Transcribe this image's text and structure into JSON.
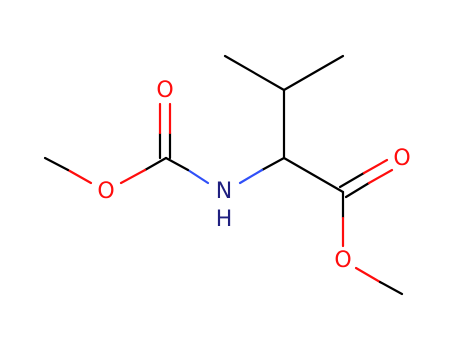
{
  "molecule": {
    "colors": {
      "carbon_bond": "#000000",
      "oxygen": "#ff0d0d",
      "nitrogen": "#3050f8",
      "nitrogen_label": "#202080"
    },
    "atoms": {
      "o_carbamate_carbonyl": "O",
      "o_carbamate_ether": "O",
      "nitrogen": "N",
      "nitrogen_h": "H",
      "o_ester_carbonyl": "O",
      "o_ester_ether": "O"
    }
  }
}
